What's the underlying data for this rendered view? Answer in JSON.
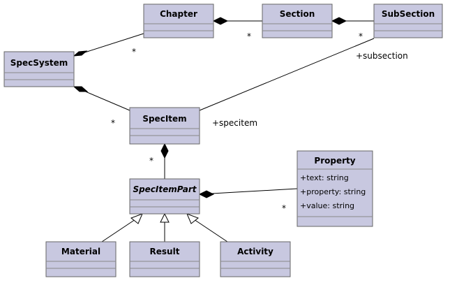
{
  "diagram": {
    "colors": {
      "box_fill": "#c8c8e0",
      "box_stroke": "#666666",
      "line": "#000000"
    },
    "classes": {
      "chapter": {
        "name": "Chapter",
        "abstract": false,
        "attributes": []
      },
      "section": {
        "name": "Section",
        "abstract": false,
        "attributes": []
      },
      "subsection": {
        "name": "SubSection",
        "abstract": false,
        "attributes": []
      },
      "specsystem": {
        "name": "SpecSystem",
        "abstract": false,
        "attributes": []
      },
      "specitem": {
        "name": "SpecItem",
        "abstract": false,
        "attributes": []
      },
      "specitempart": {
        "name": "SpecItemPart",
        "abstract": true,
        "attributes": []
      },
      "property": {
        "name": "Property",
        "abstract": false,
        "attributes": [
          "+text: string",
          "+property: string",
          "+value: string"
        ]
      },
      "material": {
        "name": "Material",
        "abstract": false,
        "attributes": []
      },
      "result": {
        "name": "Result",
        "abstract": false,
        "attributes": []
      },
      "activity": {
        "name": "Activity",
        "abstract": false,
        "attributes": []
      }
    },
    "relations": [
      {
        "id": "specsystem-chapter",
        "type": "composition",
        "whole": "SpecSystem",
        "part": "Chapter",
        "multiplicity": "*"
      },
      {
        "id": "chapter-section",
        "type": "composition",
        "whole": "Chapter",
        "part": "Section",
        "multiplicity": "*"
      },
      {
        "id": "section-subsection",
        "type": "composition",
        "whole": "Section",
        "part": "SubSection",
        "multiplicity": "*"
      },
      {
        "id": "specsystem-specitem",
        "type": "composition",
        "whole": "SpecSystem",
        "part": "SpecItem",
        "multiplicity": "*"
      },
      {
        "id": "specitem-subsection",
        "type": "association",
        "from": "SpecItem",
        "to": "SubSection",
        "role": "+subsection"
      },
      {
        "id": "specitem-specitem-role",
        "type": "role-label",
        "role": "+specitem"
      },
      {
        "id": "specitem-specitempart",
        "type": "composition",
        "whole": "SpecItem",
        "part": "SpecItemPart",
        "multiplicity": "*"
      },
      {
        "id": "specitempart-property",
        "type": "composition",
        "whole": "SpecItemPart",
        "part": "Property",
        "multiplicity": "*"
      },
      {
        "id": "material-gen",
        "type": "generalization",
        "child": "Material",
        "parent": "SpecItemPart"
      },
      {
        "id": "result-gen",
        "type": "generalization",
        "child": "Result",
        "parent": "SpecItemPart"
      },
      {
        "id": "activity-gen",
        "type": "generalization",
        "child": "Activity",
        "parent": "SpecItemPart"
      }
    ]
  }
}
